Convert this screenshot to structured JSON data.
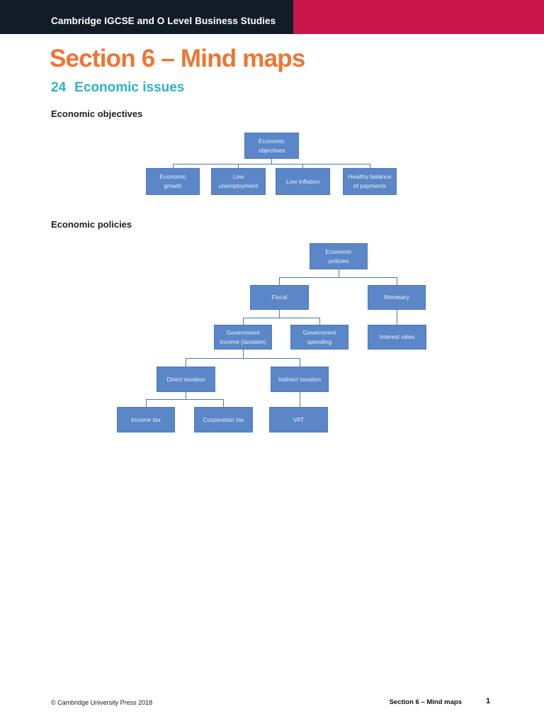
{
  "header": {
    "course_title": "Cambridge IGCSE and O Level Business Studies"
  },
  "page": {
    "section_title": "Section 6 – Mind maps",
    "chapter_number": "24",
    "chapter_title": "Economic issues"
  },
  "mindmap_objectives": {
    "heading": "Economic objectives",
    "root": "Economic\nobjectives",
    "children": [
      "Economic\ngrowth",
      "Low\nunemployment",
      "Low inflation",
      "Healthy balance\nof payments"
    ]
  },
  "mindmap_policies": {
    "heading": "Economic policies",
    "nodes": {
      "root": "Economic\npolicies",
      "fiscal": "Fiscal",
      "monetary": "Monetary",
      "government_income": "Government\nincome (taxation)",
      "government_spending": "Government\nspending",
      "interest_rates": "Interest rates",
      "direct_taxation": "Direct taxation",
      "indirect_taxation": "Indirect taxation",
      "income_tax": "Income tax",
      "corporation_tax": "Corporation tax",
      "vat": "VAT"
    }
  },
  "footer": {
    "copyright": "© Cambridge University Press 2018",
    "section_label": "Section 6 – Mind maps",
    "page_number": "1"
  },
  "colors": {
    "header_bar": "#121C26",
    "header_accent": "#C9164A",
    "section_title_orange": "#EF7432",
    "chapter_title_teal": "#2DB3C3",
    "node_fill": "#5B86C8",
    "node_border": "#4B79BE",
    "connector_blue": "#4876BE"
  }
}
